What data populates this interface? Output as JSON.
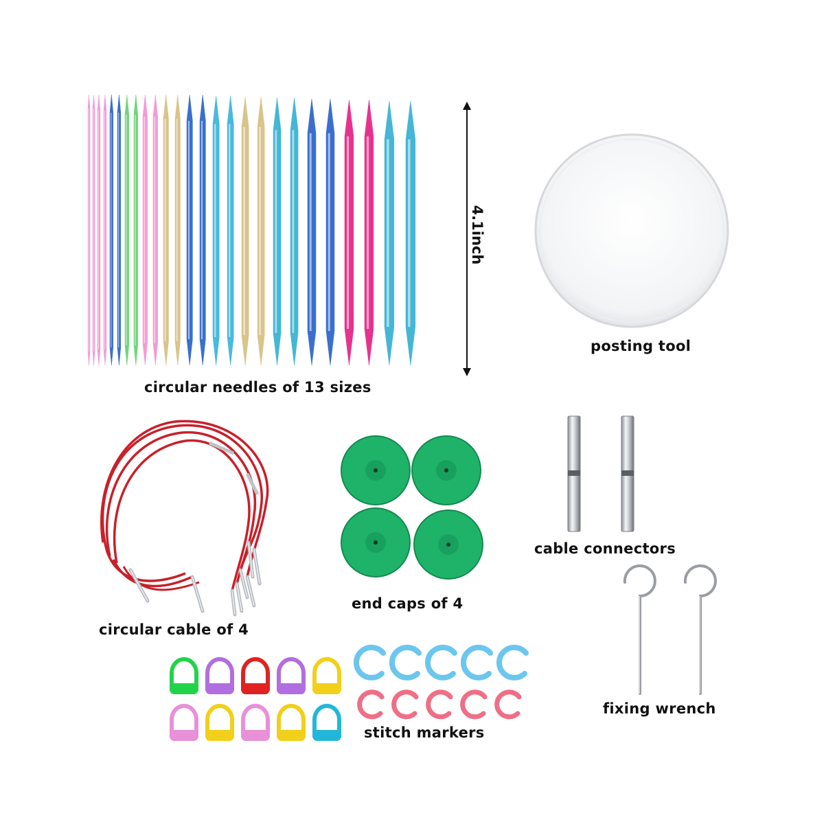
{
  "labels": {
    "needles": "circular needles of 13 sizes",
    "dimension": "4.1inch",
    "posting_tool": "posting tool",
    "cable": "circular cable of 4",
    "end_caps": "end caps of 4",
    "connectors": "cable connectors",
    "wrench": "fixing wrench",
    "markers": "stitch markers"
  },
  "colors": {
    "pink": "#f29bd4",
    "blue": "#3a6fd0",
    "green": "#6fd67a",
    "gold": "#d9c48a",
    "cyan": "#49b9e0",
    "magenta": "#e6328e",
    "teal": "#45b6d6",
    "cable_red": "#c8202a",
    "cap_green": "#1fb36a",
    "marker_blue": "#6cc6ee",
    "marker_pink": "#ee6f86"
  },
  "needle_colors": [
    "pink",
    "pink",
    "pink",
    "pink",
    "blue",
    "blue",
    "green",
    "green",
    "pink",
    "pink",
    "gold",
    "gold",
    "blue",
    "blue",
    "cyan",
    "cyan",
    "gold",
    "gold",
    "teal",
    "teal",
    "blue",
    "blue",
    "magenta",
    "magenta",
    "teal",
    "teal"
  ],
  "lock_marker_colors": [
    "#22d34a",
    "#b06ee0",
    "#e02222",
    "#b06ee0",
    "#f2cf1a",
    "#e890d8",
    "#f2cf1a",
    "#e890d8",
    "#f2cf1a",
    "#22b7d8"
  ]
}
